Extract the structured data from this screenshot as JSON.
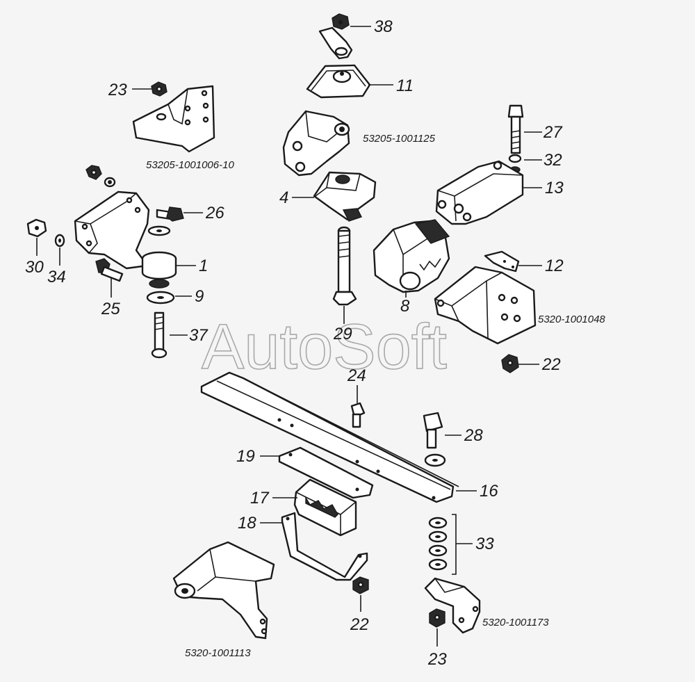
{
  "diagram": {
    "callouts": [
      {
        "id": "38",
        "text": "38"
      },
      {
        "id": "11",
        "text": "11"
      },
      {
        "id": "23a",
        "text": "23"
      },
      {
        "id": "27",
        "text": "27"
      },
      {
        "id": "32",
        "text": "32"
      },
      {
        "id": "13",
        "text": "13"
      },
      {
        "id": "4",
        "text": "4"
      },
      {
        "id": "26",
        "text": "26"
      },
      {
        "id": "1",
        "text": "1"
      },
      {
        "id": "9",
        "text": "9"
      },
      {
        "id": "30",
        "text": "30"
      },
      {
        "id": "34",
        "text": "34"
      },
      {
        "id": "25",
        "text": "25"
      },
      {
        "id": "37",
        "text": "37"
      },
      {
        "id": "29",
        "text": "29"
      },
      {
        "id": "8",
        "text": "8"
      },
      {
        "id": "12",
        "text": "12"
      },
      {
        "id": "22a",
        "text": "22"
      },
      {
        "id": "24",
        "text": "24"
      },
      {
        "id": "28",
        "text": "28"
      },
      {
        "id": "19",
        "text": "19"
      },
      {
        "id": "16",
        "text": "16"
      },
      {
        "id": "17",
        "text": "17"
      },
      {
        "id": "18",
        "text": "18"
      },
      {
        "id": "33",
        "text": "33"
      },
      {
        "id": "22b",
        "text": "22"
      },
      {
        "id": "23b",
        "text": "23"
      }
    ],
    "assembly_codes": {
      "bracket_left_upper": "53205-1001006-10",
      "bracket_top_center": "53205-1001125",
      "bracket_right": "5320-1001048",
      "bracket_bottom_left": "5320-1001113",
      "bracket_bottom_right": "5320-1001173"
    },
    "watermark": "AutoSoft"
  }
}
